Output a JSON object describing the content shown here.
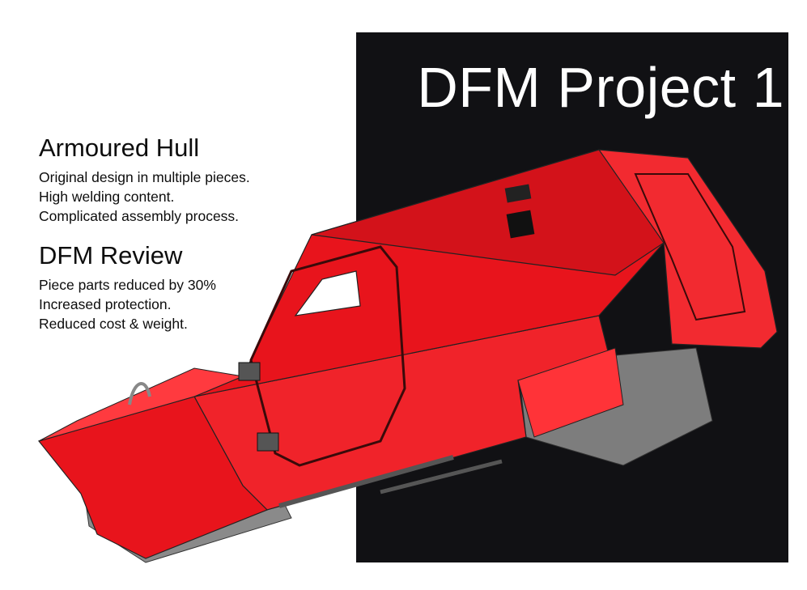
{
  "slide": {
    "title": "DFM Project 1",
    "background_color": "#111114",
    "accent_color": "#e8141c"
  },
  "section_original": {
    "heading": "Armoured Hull",
    "lines": [
      "Original design in multiple pieces.",
      "High welding content.",
      "Complicated assembly process."
    ]
  },
  "section_review": {
    "heading": "DFM Review",
    "lines": [
      "Piece parts reduced by 30%",
      "Increased protection.",
      "Reduced cost & weight."
    ]
  },
  "image": {
    "subject": "armoured-hull-cad-render"
  }
}
